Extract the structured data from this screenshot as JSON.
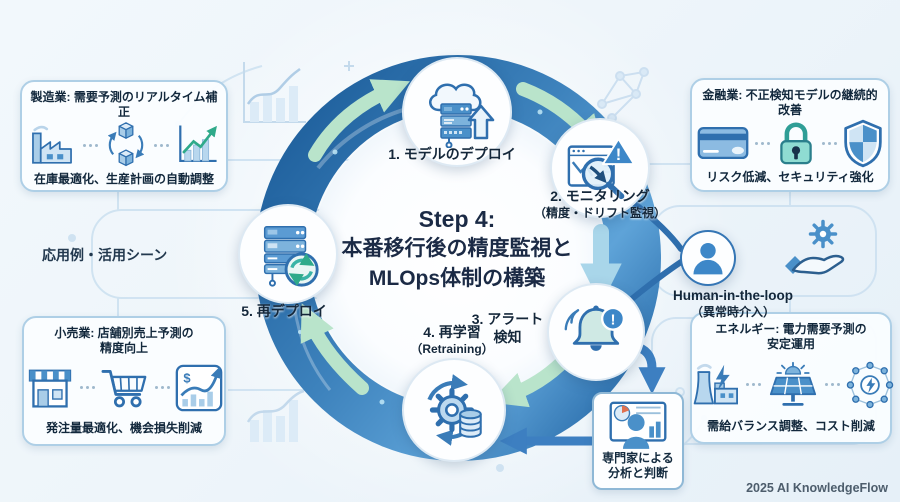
{
  "header": {
    "title_line1": "Step 4:",
    "title_line2": "本番移行後の精度監視と",
    "title_line3": "MLOps体制の構築"
  },
  "cycle": {
    "step1": {
      "label": "1. モデルのデプロイ"
    },
    "step2": {
      "label": "2. モニタリング",
      "sub": "（精度・ドリフト監視）"
    },
    "step3": {
      "label": "3. アラート",
      "label2": "検知"
    },
    "step4": {
      "label": "4. 再学習",
      "sub": "（Retraining）"
    },
    "step5": {
      "label": "5. 再デプロイ"
    }
  },
  "human": {
    "label": "Human-in-the-loop",
    "sub": "（異常時介入）"
  },
  "expert": {
    "line1": "専門家による",
    "line2": "分析と判断"
  },
  "left_label": "応用例・活用シーン",
  "boxes": {
    "manufacturing": {
      "title": "製造業: 需要予測のリアルタイム補正",
      "caption": "在庫最適化、生産計画の自動調整"
    },
    "finance": {
      "title": "金融業: 不正検知モデルの継続的改善",
      "caption": "リスク低減、セキュリティ強化"
    },
    "retail": {
      "title1": "小売業: 店舗別売上予測の",
      "title2": "精度向上",
      "caption": "発注量最適化、機会損失削減"
    },
    "energy": {
      "title1": "エネルギー: 電力需要予測の",
      "title2": "安定運用",
      "caption": "需給バランス調整、コスト削減"
    }
  },
  "glyphs": {
    "alert": "!",
    "dollar": "$"
  },
  "watermark": "2025 AI KnowledgeFlow",
  "colors": {
    "ring_dark": "#1e5f9c",
    "ring_mid": "#4e94cc",
    "ring_light": "#7db8e2",
    "arrow_green": "#b9e4cb",
    "arrow_lightblue": "#a9d6ea",
    "accent_blue": "#3d7fc1",
    "icon_blue": "#2f6fae",
    "teal": "#2f9e96"
  }
}
